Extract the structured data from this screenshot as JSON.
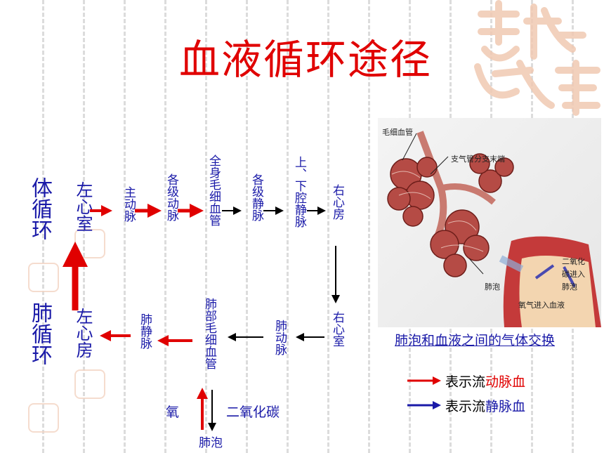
{
  "title": "血液循环途径",
  "labels": {
    "systemic": "体循环",
    "pulmonary": "肺循环"
  },
  "top_row": {
    "left_ventricle": "左心室",
    "aorta": "主动脉",
    "arteries": "各级动脉",
    "capillaries": "全身毛细血管",
    "veins": "各级静脉",
    "vena_cava": "上、下腔静脉",
    "right_atrium": "右心房"
  },
  "bottom_row": {
    "left_atrium": "左心房",
    "pulmonary_vein": "肺静脉",
    "lung_capillaries": "肺部毛细血管",
    "pulmonary_artery": "肺动脉",
    "right_ventricle": "右心室"
  },
  "gas": {
    "oxygen": "氧",
    "carbon_dioxide": "二氧化碳",
    "alveolus": "肺泡"
  },
  "image": {
    "capillary_label": "毛细血管",
    "bronchiole_label": "支气管分支末端",
    "alveolus_label": "肺泡",
    "co2_label": "二氧化碳进入肺泡",
    "o2_label": "氧气进入血液",
    "caption": "肺泡和血液之间的气体交换"
  },
  "legend": {
    "arterial_prefix": "表示流",
    "arterial_word": "动脉血",
    "venous_prefix": "表示流",
    "venous_word": "静脉血"
  },
  "colors": {
    "arterial": "#e00000",
    "venous": "#1a1aa8",
    "text": "#1a1aa8",
    "title": "#e00000"
  }
}
